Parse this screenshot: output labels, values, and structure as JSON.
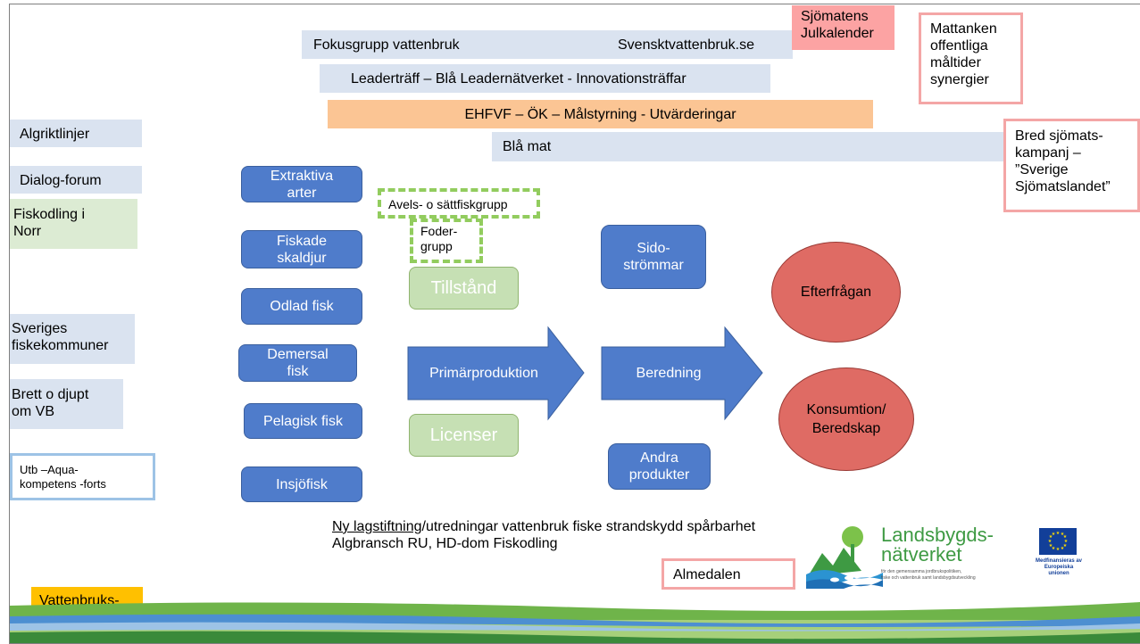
{
  "top": {
    "fokusgrupp": "Fokusgrupp vattenbruk",
    "svensktvattenbruk": "Svensktvattenbruk.se",
    "sjomatens": "Sjömatens\nJulkalender",
    "mattanken": "Mattanken\noffentliga\nmåltider\nsynergier",
    "leader": "Leaderträff – Blå Leadernätverket - Innovationsträffar",
    "ehfvf": "EHFVF – ÖK – Målstyrning - Utvärderingar",
    "bla_mat": "Blå mat",
    "bred": "Bred sjömats-\nkampanj –\n”Sverige\nSjömatslandet”"
  },
  "left": {
    "algriktlinjer": "Algriktlinjer",
    "dialog": "Dialog-forum",
    "fiskodling": "Fiskodling i\nNorr",
    "sveriges": "Sveriges\nfiskekommuner",
    "brett": "Brett o djupt\nom VB",
    "utb": "Utb –Aqua-\nkompetens -forts",
    "konferens": "Vattenbruks-\nkonferens"
  },
  "species": {
    "extraktiva": "Extraktiva\narter",
    "fiskade": "Fiskade\nskaldjur",
    "odlad": "Odlad fisk",
    "demersal": "Demersal\nfisk",
    "pelagisk": "Pelagisk fisk",
    "insjo": "Insjöfisk"
  },
  "groups": {
    "avels": "Avels- o sättfiskgrupp",
    "foder": "Foder-\ngrupp"
  },
  "process": {
    "tillstand": "Tillstånd",
    "licenser": "Licenser",
    "primar": "Primärproduktion",
    "beredning": "Beredning",
    "sido": "Sido-\nströmmar",
    "andra": "Andra\nprodukter",
    "efterfragan": "Efterfrågan",
    "konsumtion": "Konsumtion/\nBeredskap"
  },
  "bottom": {
    "ny_lagstiftning": "Ny lagstiftning",
    "line1_rest": "/utredningar vattenbruk fiske strandskydd spårbarhet",
    "line2": "Algbransch RU, HD-dom Fiskodling",
    "almedalen": "Almedalen"
  },
  "logos": {
    "lbn_title1": "Landsbygds-",
    "lbn_title2": "nätverket",
    "lbn_sub": "för den gemensamma jordbrukspolitiken,\nfiske och vattenbruk samt landsbygdsutveckling",
    "eu_caption": "Medfinansieras av\nEuropeiska unionen"
  },
  "colors": {
    "light_blue": "#dae3f0",
    "orange": "#fbc594",
    "blue": "#4f7ccb",
    "green": "#c6e0b4",
    "red": "#df6b64",
    "pink": "#fca3a3",
    "yellow": "#ffc000",
    "lbn_green": "#3e9a43",
    "eu_blue": "#123f99"
  }
}
